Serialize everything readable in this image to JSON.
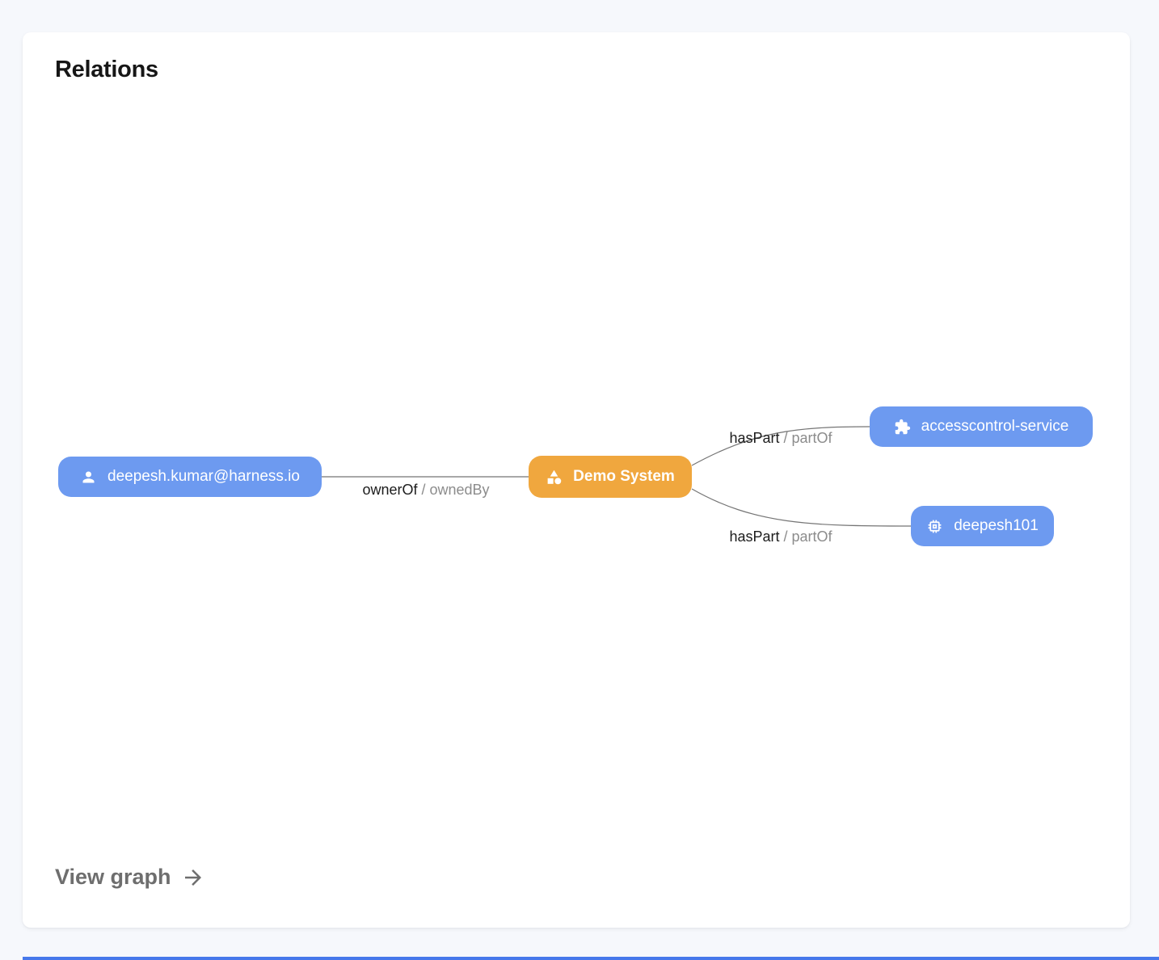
{
  "card": {
    "title": "Relations",
    "footer_link": "View graph"
  },
  "colors": {
    "page_bg": "#F6F8FC",
    "card_bg": "#FFFFFF",
    "node_blue": "#6D9AF0",
    "node_orange": "#F0A73E",
    "edge_line": "#757575",
    "label_primary": "#1C1C1C",
    "label_secondary": "#8C8C8C",
    "footer_text": "#6E6E6E",
    "accent_strip": "#4678EB"
  },
  "graph": {
    "nodes": [
      {
        "id": "user",
        "label": "deepesh.kumar@harness.io",
        "icon": "person-icon",
        "color": "blue"
      },
      {
        "id": "system",
        "label": "Demo System",
        "icon": "category-icon",
        "color": "orange"
      },
      {
        "id": "service",
        "label": "accesscontrol-service",
        "icon": "puzzle-icon",
        "color": "blue"
      },
      {
        "id": "api",
        "label": "deepesh101",
        "icon": "chip-icon",
        "color": "blue"
      }
    ],
    "edges": [
      {
        "from": "user",
        "to": "system",
        "label_primary": "ownerOf",
        "separator": "/",
        "label_secondary": "ownedBy"
      },
      {
        "from": "system",
        "to": "service",
        "label_primary": "hasPart",
        "separator": "/",
        "label_secondary": "partOf"
      },
      {
        "from": "system",
        "to": "api",
        "label_primary": "hasPart",
        "separator": "/",
        "label_secondary": "partOf"
      }
    ]
  }
}
